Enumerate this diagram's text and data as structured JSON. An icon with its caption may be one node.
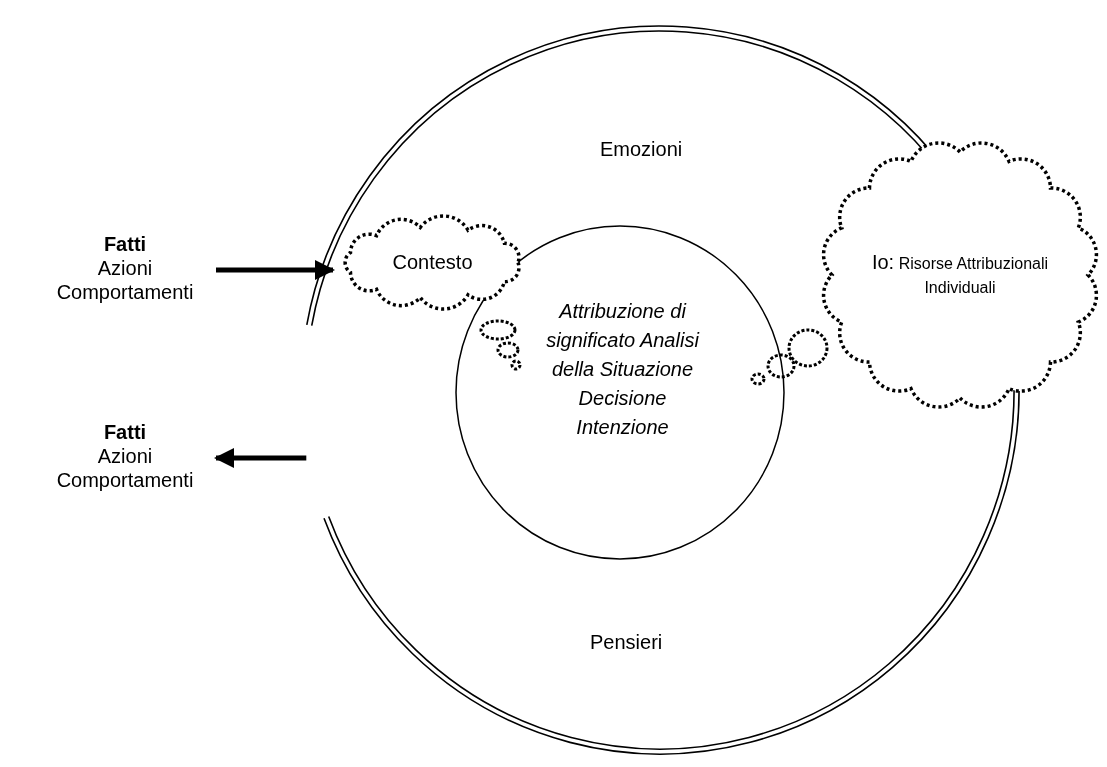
{
  "diagram": {
    "nodes": [
      {
        "text": [
          "Emozioni",
          "Pensieri"
        ]
      },
      {
        "text": [
          "Attribuzione di significato Analisi della Situazione Decisione Intenzione"
        ],
        "in": 0
      },
      {
        "text": [
          "Contesto"
        ],
        "in": 0
      },
      {
        "text": [
          "Io:",
          "Risorse Attribuzionali Individuali"
        ]
      },
      {
        "text": [
          "Fatti",
          "Azioni Comportamenti"
        ]
      },
      {
        "text": [
          "Fatti",
          "Azioni Comportamenti"
        ]
      }
    ],
    "edges": [
      {
        "from": 4,
        "to": 2,
        "arrow": "to"
      },
      {
        "from": 0,
        "to": 5,
        "arrow": "to"
      }
    ]
  }
}
